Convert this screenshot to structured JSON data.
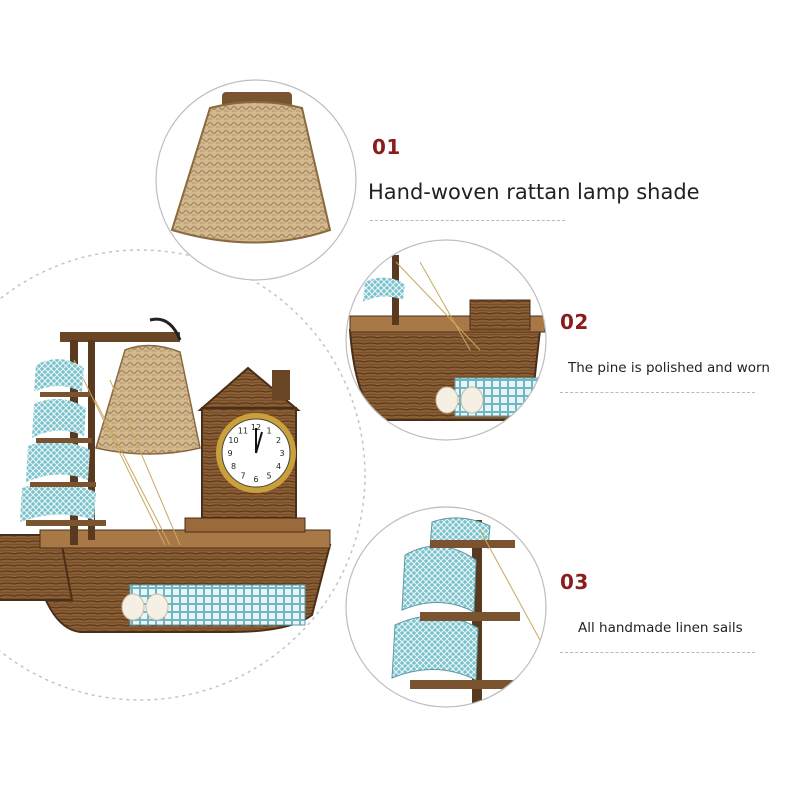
{
  "features": [
    {
      "number": "01",
      "title": "Hand-woven rattan lamp shade",
      "detail": "rattan-lamp-shade-closeup"
    },
    {
      "number": "02",
      "title": "The pine is polished and worn",
      "detail": "pine-wood-hull-closeup"
    },
    {
      "number": "03",
      "title": "All handmade linen sails",
      "detail": "linen-sails-closeup"
    }
  ],
  "product": {
    "name": "wooden-sailboat-lamp-clock",
    "clock_face_numbers": [
      "12",
      "1",
      "2",
      "3",
      "4",
      "5",
      "6",
      "7",
      "8",
      "9",
      "10",
      "11"
    ]
  },
  "colors": {
    "number": "#8a1c1c",
    "text": "#222222",
    "wood_dark": "#5a3a1f",
    "wood_mid": "#8b5e34",
    "wood_light": "#b98a57",
    "rattan": "#d2b88e",
    "sail_blue": "#7cc2cd",
    "circle_border": "#bdbdbd"
  }
}
